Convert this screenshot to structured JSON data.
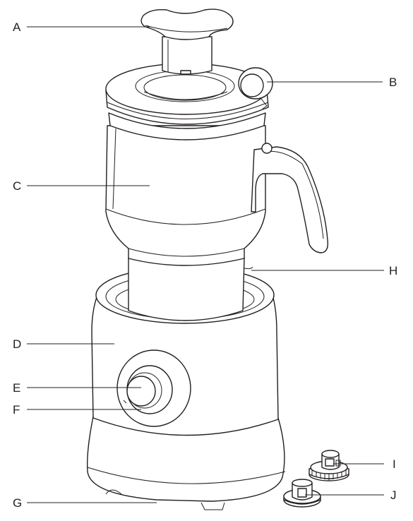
{
  "labels": {
    "A": "A",
    "B": "B",
    "C": "C",
    "D": "D",
    "E": "E",
    "F": "F",
    "G": "G",
    "H": "H",
    "I": "I",
    "J": "J"
  },
  "colors": {
    "line": "#231f20",
    "background": "#ffffff"
  }
}
